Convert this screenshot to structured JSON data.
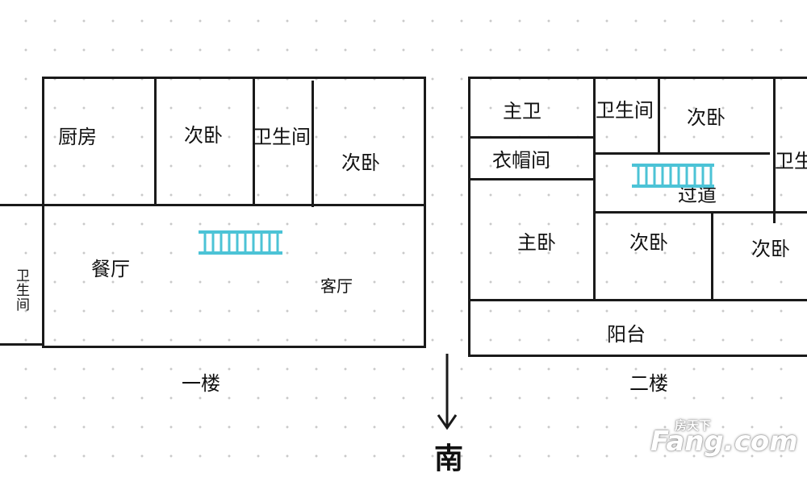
{
  "floor1": {
    "title": "一楼",
    "rooms": {
      "kitchen": "厨房",
      "bedroom_a": "次卧",
      "bathroom": "卫生间",
      "bedroom_b": "次卧",
      "dining": "餐厅",
      "living": "客厅",
      "side_bathroom": "卫生间"
    }
  },
  "floor2": {
    "title": "二楼",
    "rooms": {
      "master_bath": "主卫",
      "bathroom": "卫生间",
      "bedroom_top": "次卧",
      "bath_edge": "卫生",
      "closet": "衣帽间",
      "corridor": "过道",
      "master_bedroom": "主卧",
      "bedroom_mid": "次卧",
      "bedroom_right": "次卧",
      "balcony": "阳台"
    }
  },
  "compass": {
    "direction": "南"
  },
  "watermark": {
    "main": "Fang.com",
    "sub": "房天下"
  },
  "colors": {
    "stairs": "#4cc3d6",
    "walls": "#1a1a1a"
  }
}
